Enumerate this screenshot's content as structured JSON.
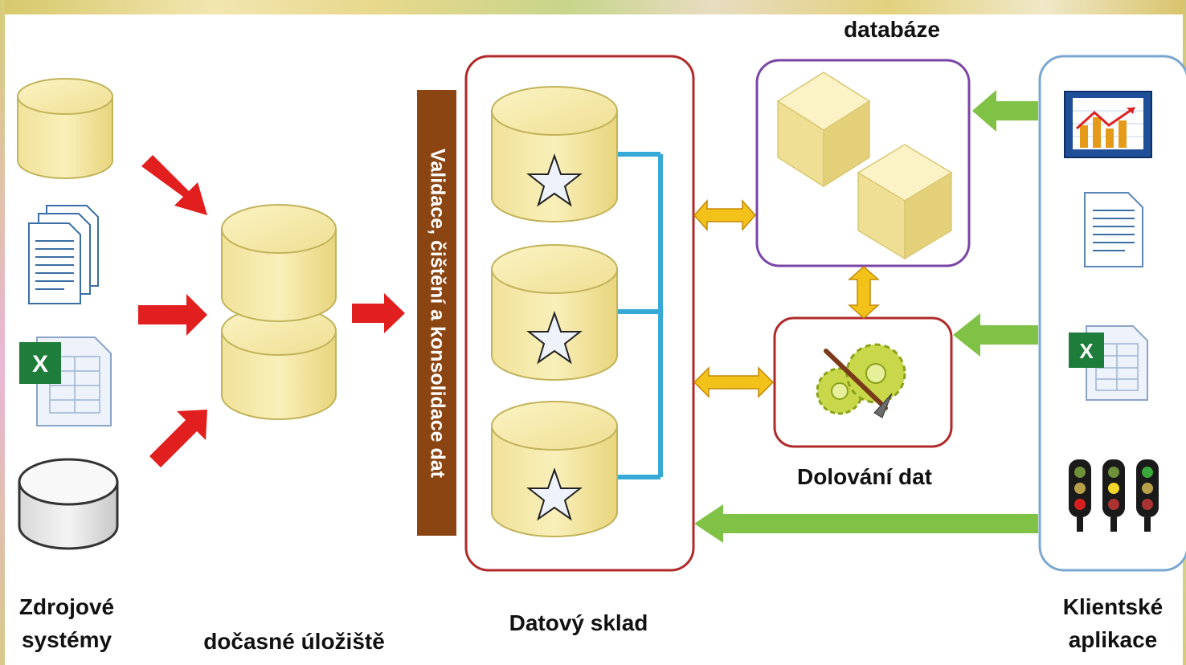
{
  "labels": {
    "sources": "Zdrojové\nsystémy",
    "staging": "dočasné úložiště",
    "warehouse": "Datový sklad",
    "database": "databáze",
    "mining": "Dolování dat",
    "clients": "Klientské\naplikace",
    "validation": "Validace, čištění a konsolidace dat"
  },
  "colors": {
    "cylinder_fill": "#f6eba8",
    "cylinder_stroke": "#c2b35a",
    "red_arrow": "#e11f1f",
    "orange_arrow": "#f2c21a",
    "green_arrow": "#7fc246",
    "connector": "#36a9d6",
    "warehouse_border": "#b02a2a",
    "database_border": "#7a45a7",
    "mining_border": "#b02a2a",
    "clients_border": "#7aa7cf",
    "validation_bar": "#8b4513"
  },
  "icons": {
    "sources": [
      "database-cylinder-icon",
      "documents-icon",
      "excel-icon",
      "gray-database-icon"
    ],
    "clients": [
      "chart-icon",
      "document-icon",
      "excel-icon",
      "traffic-lights-icon"
    ],
    "database": [
      "cube-icon",
      "cube-icon"
    ],
    "mining": [
      "gears-pickaxe-icon"
    ],
    "warehouse": [
      "star-cylinder-icon",
      "star-cylinder-icon",
      "star-cylinder-icon"
    ]
  }
}
